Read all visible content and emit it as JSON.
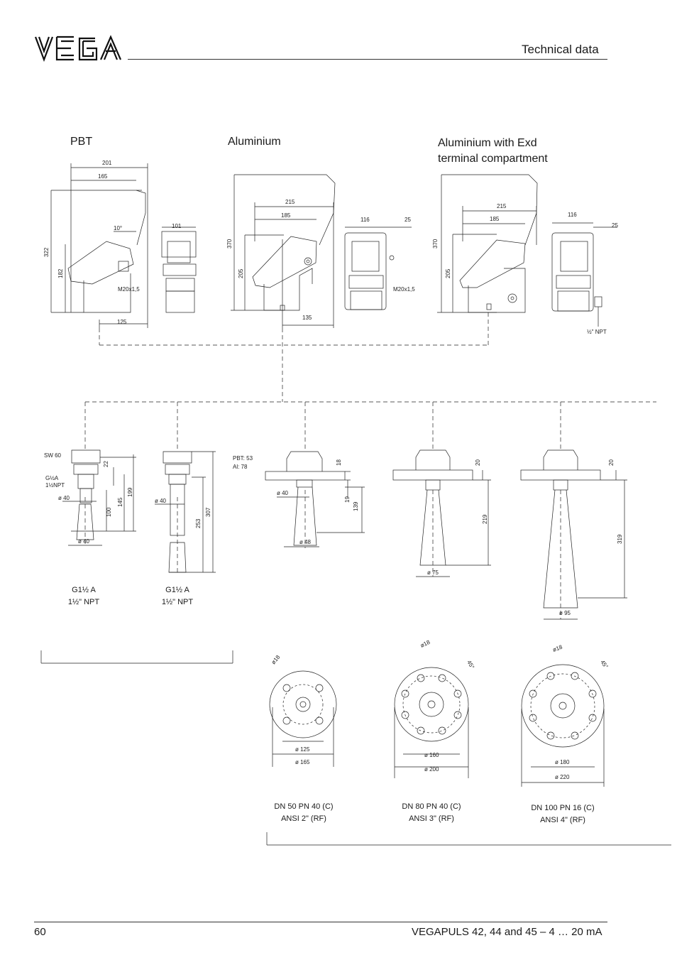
{
  "header": {
    "logo_text": "VEGA",
    "section_title": "Technical data"
  },
  "housings": {
    "pbt": {
      "title": "PBT",
      "dims": [
        "201",
        "165",
        "10°",
        "101",
        "322",
        "182",
        "M20x1,5",
        "125"
      ]
    },
    "aluminium": {
      "title": "Aluminium",
      "dims": [
        "215",
        "185",
        "116",
        "25",
        "370",
        "205",
        "M20x1,5",
        "135"
      ]
    },
    "aluminium_exd": {
      "title_line1": "Aluminium with Exd",
      "title_line2": "terminal compartment",
      "dims": [
        "215",
        "185",
        "116",
        "25",
        "370",
        "205",
        "½\" NPT"
      ]
    }
  },
  "antennas": {
    "rod1": {
      "dims": [
        "SW 60",
        "G½A",
        "1½NPT",
        "22",
        "145",
        "199",
        "100",
        "ø 40",
        "ø 40"
      ],
      "label_line1": "G1½ A",
      "label_line2": "1½\" NPT"
    },
    "rod2": {
      "dims": [
        "ø 40",
        "253",
        "307"
      ],
      "label_line1": "G1½ A",
      "label_line2": "1½\" NPT"
    },
    "horn48": {
      "dims": [
        "PBT:  53",
        "Al: 78",
        "18",
        "19",
        "139",
        "ø 40",
        "ø 48"
      ]
    },
    "horn75": {
      "dims": [
        "20",
        "219",
        "ø 75"
      ]
    },
    "horn95": {
      "dims": [
        "20",
        "319",
        "ø 95"
      ]
    }
  },
  "flanges": [
    {
      "dims": [
        "ø18",
        "ø 125",
        "ø 165"
      ],
      "label_line1": "DN 50 PN 40 (C)",
      "label_line2": "ANSI 2\" (RF)"
    },
    {
      "dims": [
        "ø18",
        "45°",
        "ø 160",
        "ø 200"
      ],
      "label_line1": "DN 80 PN 40 (C)",
      "label_line2": "ANSI 3\" (RF)"
    },
    {
      "dims": [
        "ø18",
        "45°",
        "ø 180",
        "ø 220"
      ],
      "label_line1": "DN 100 PN 16 (C)",
      "label_line2": "ANSI 4\" (RF)"
    }
  ],
  "footer": {
    "page_number": "60",
    "document_title": "VEGAPULS 42, 44 and 45 – 4 … 20 mA"
  }
}
